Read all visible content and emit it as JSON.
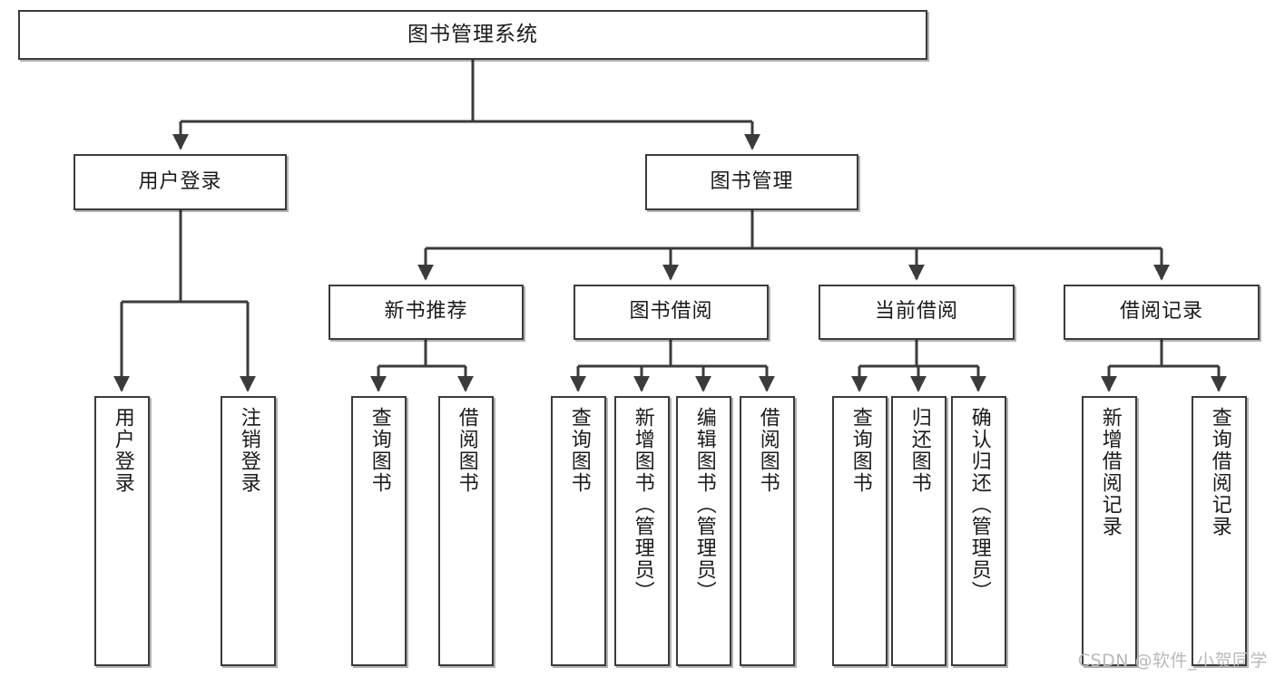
{
  "diagram": {
    "title": "图书管理系统",
    "type": "tree",
    "watermark": "CSDN @软件_小贺同学",
    "colors": {
      "stroke": "#3b3b3b",
      "fill": "#ffffff",
      "text": "#1a1a1a",
      "watermark": "#b9b9b9"
    },
    "root": {
      "label": "图书管理系统"
    },
    "level2": [
      {
        "label": "用户登录"
      },
      {
        "label": "图书管理"
      }
    ],
    "level3": [
      {
        "label": "新书推荐"
      },
      {
        "label": "图书借阅"
      },
      {
        "label": "当前借阅"
      },
      {
        "label": "借阅记录"
      }
    ],
    "leaves": {
      "user_login": [
        {
          "label": "用户登录"
        },
        {
          "label": "注销登录"
        }
      ],
      "new_book": [
        {
          "label": "查询图书"
        },
        {
          "label": "借阅图书"
        }
      ],
      "book_borrow": [
        {
          "label": "查询图书"
        },
        {
          "label": "新增图书（管理员）"
        },
        {
          "label": "编辑图书（管理员）"
        },
        {
          "label": "借阅图书"
        }
      ],
      "current_borrow": [
        {
          "label": "查询图书"
        },
        {
          "label": "归还图书"
        },
        {
          "label": "确认归还（管理员）"
        }
      ],
      "borrow_record": [
        {
          "label": "新增借阅记录"
        },
        {
          "label": "查询借阅记录"
        }
      ]
    }
  }
}
